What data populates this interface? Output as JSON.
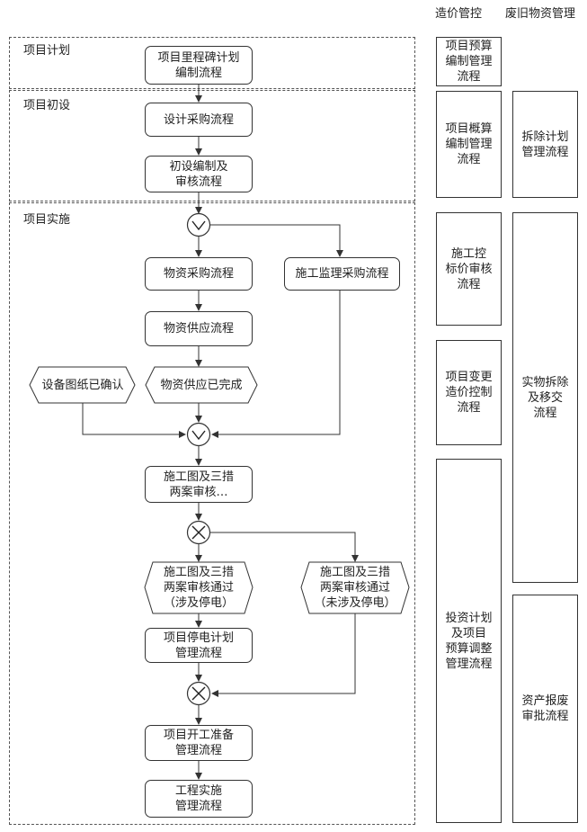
{
  "columns": {
    "cost_control": "造价管控",
    "waste_material": "废旧物资管理"
  },
  "sections": {
    "plan": "项目计划",
    "initial_design": "项目初设",
    "implementation": "项目实施"
  },
  "processes": {
    "milestone_plan": "项目里程碑计划\n编制流程",
    "design_procurement": "设计采购流程",
    "initial_design_review": "初设编制及\n审核流程",
    "material_procurement": "物资采购流程",
    "construction_supervision_procurement": "施工监理采购流程",
    "material_supply": "物资供应流程",
    "drawing_review": "施工图及三措\n两案审核…",
    "outage_plan": "项目停电计划\n管理流程",
    "start_preparation": "项目开工准备\n管理流程",
    "construction_execution": "工程实施\n管理流程"
  },
  "events": {
    "equipment_drawing_confirmed": "设备图纸已确认",
    "material_supply_completed": "物资供应已完成",
    "review_passed_outage": "施工图及三措\n两案审核通过\n（涉及停电）",
    "review_passed_no_outage": "施工图及三措\n两案审核通过\n（未涉及停电）"
  },
  "cost_control": {
    "budget": "项目预算\n编制管理\n流程",
    "estimate": "项目概算\n编制管理\n流程",
    "bid_price_review": "施工控\n标价审核\n流程",
    "change_cost": "项目变更\n造价控制\n流程",
    "investment_adjust": "投资计划\n及项目\n预算调整\n管理流程"
  },
  "waste_material": {
    "demolition_plan": "拆除计划\n管理流程",
    "physical_demolition": "实物拆除\n及移交\n流程",
    "asset_scrap": "资产报废\n审批流程"
  },
  "gateways": {
    "and_symbol": "⋁",
    "xor_symbol": "✕"
  }
}
